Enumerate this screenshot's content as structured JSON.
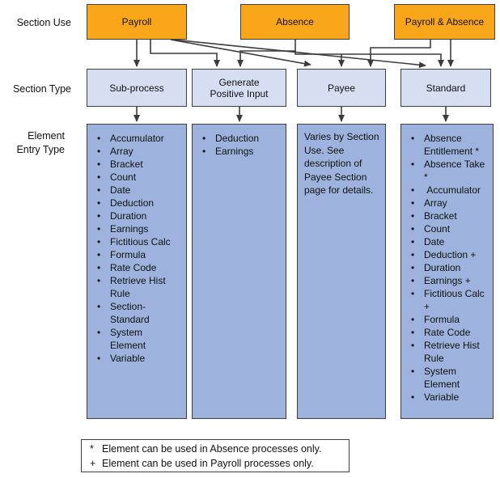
{
  "row_labels": {
    "section_use": "Section Use",
    "section_type": "Section Type",
    "element_entry_type_line1": "Element",
    "element_entry_type_line2": "Entry Type"
  },
  "section_use_boxes": [
    {
      "label": "Payroll"
    },
    {
      "label": "Absence"
    },
    {
      "label": "Payroll & Absence"
    }
  ],
  "section_type_boxes": [
    {
      "label": "Sub-process"
    },
    {
      "label": "Generate Positive Input"
    },
    {
      "label": "Payee"
    },
    {
      "label": "Standard"
    }
  ],
  "element_entry_types": {
    "sub_process": [
      "Accumulator",
      "Array",
      "Bracket",
      "Count",
      "Date",
      "Deduction",
      "Duration",
      "Earnings",
      "Fictitious Calc",
      "Formula",
      "Rate Code",
      "Retrieve Hist Rule",
      "Section-Standard",
      "System Element",
      "Variable"
    ],
    "generate_positive_input": [
      "Deduction",
      "Earnings"
    ],
    "payee_note": "Varies by Section Use. See description of Payee Section page for details.",
    "standard": [
      "Absence Entitlement *",
      "Absence Take *",
      " Accumulator",
      "Array",
      "Bracket",
      "Count",
      "Date",
      "Deduction +",
      "Duration",
      "Earnings +",
      "Fictitious Calc +",
      "Formula",
      "Rate Code",
      "Retrieve Hist Rule",
      "System Element",
      "Variable"
    ]
  },
  "footnotes": [
    {
      "marker": "*",
      "text": "Element can be used in Absence processes only."
    },
    {
      "marker": "+",
      "text": "Element can be used in Payroll processes only."
    }
  ],
  "connections": [
    {
      "from": "Payroll",
      "to": "Sub-process"
    },
    {
      "from": "Payroll",
      "to": "Generate Positive Input"
    },
    {
      "from": "Payroll",
      "to": "Payee"
    },
    {
      "from": "Payroll",
      "to": "Standard"
    },
    {
      "from": "Absence",
      "to": "Generate Positive Input"
    },
    {
      "from": "Absence",
      "to": "Payee"
    },
    {
      "from": "Absence",
      "to": "Standard"
    },
    {
      "from": "Payroll & Absence",
      "to": "Payee"
    },
    {
      "from": "Payroll & Absence",
      "to": "Standard"
    },
    {
      "from": "Sub-process",
      "to": "Sub-process element entry list"
    },
    {
      "from": "Generate Positive Input",
      "to": "Generate Positive Input element entry list"
    },
    {
      "from": "Payee",
      "to": "Payee element entry note"
    },
    {
      "from": "Standard",
      "to": "Standard element entry list"
    }
  ],
  "colors": {
    "section_use_fill": "#FAA61A",
    "section_type_fill": "#D6DFF2",
    "element_entry_fill": "#9DB2DC",
    "line": "#3C3C3C",
    "border": "#3F3F3F",
    "background": "#FFFFFF",
    "text": "#111111"
  }
}
